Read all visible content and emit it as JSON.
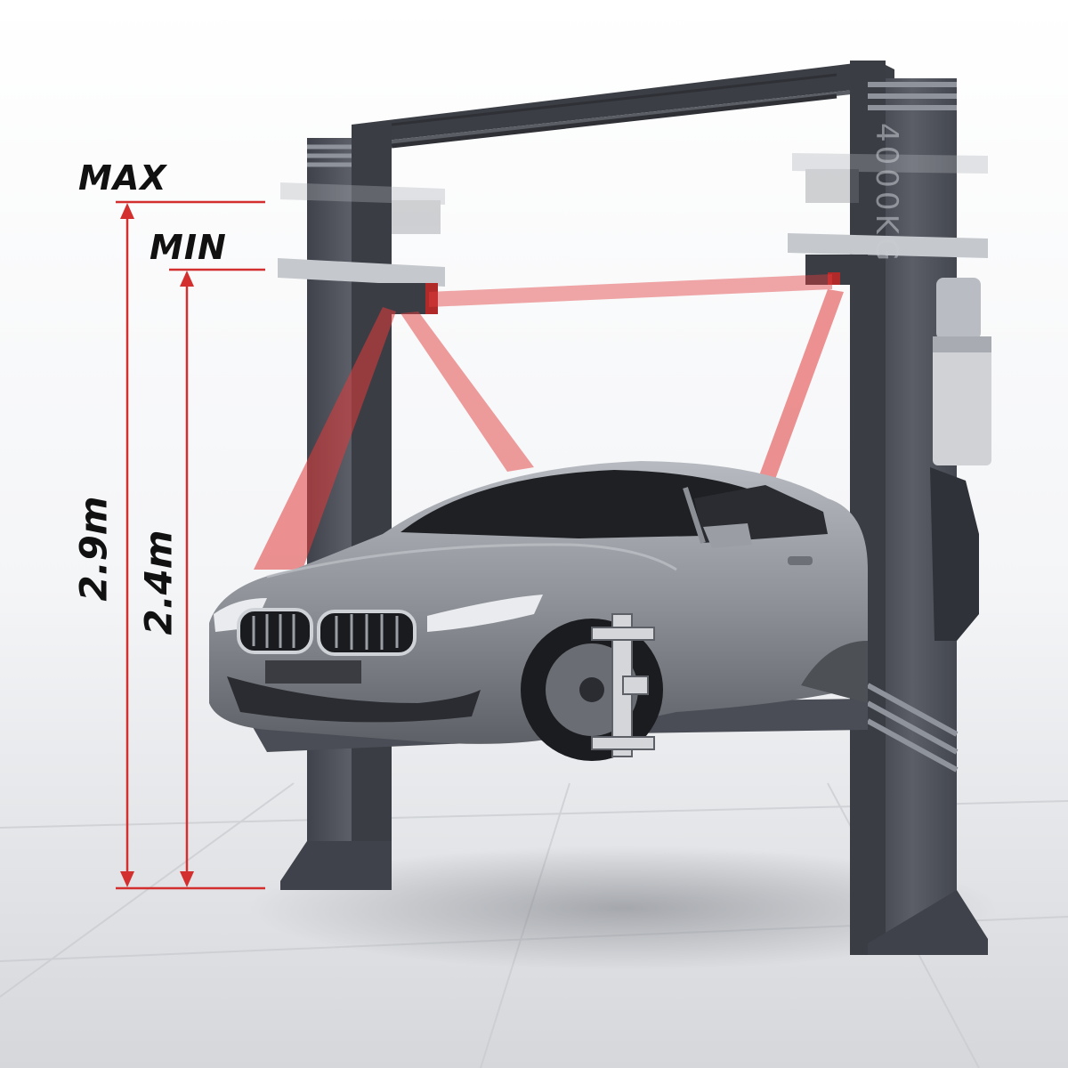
{
  "labels": {
    "max": "MAX",
    "min": "MIN",
    "height_max": "2.9m",
    "height_min": "2.4m",
    "pillar_capacity": "4000KG"
  },
  "colors": {
    "laser": "#e23b3b",
    "arrow": "#d32f2f",
    "pillar": "#53565f",
    "car_body": "#8c9096",
    "floor": "#d7d9dd"
  }
}
